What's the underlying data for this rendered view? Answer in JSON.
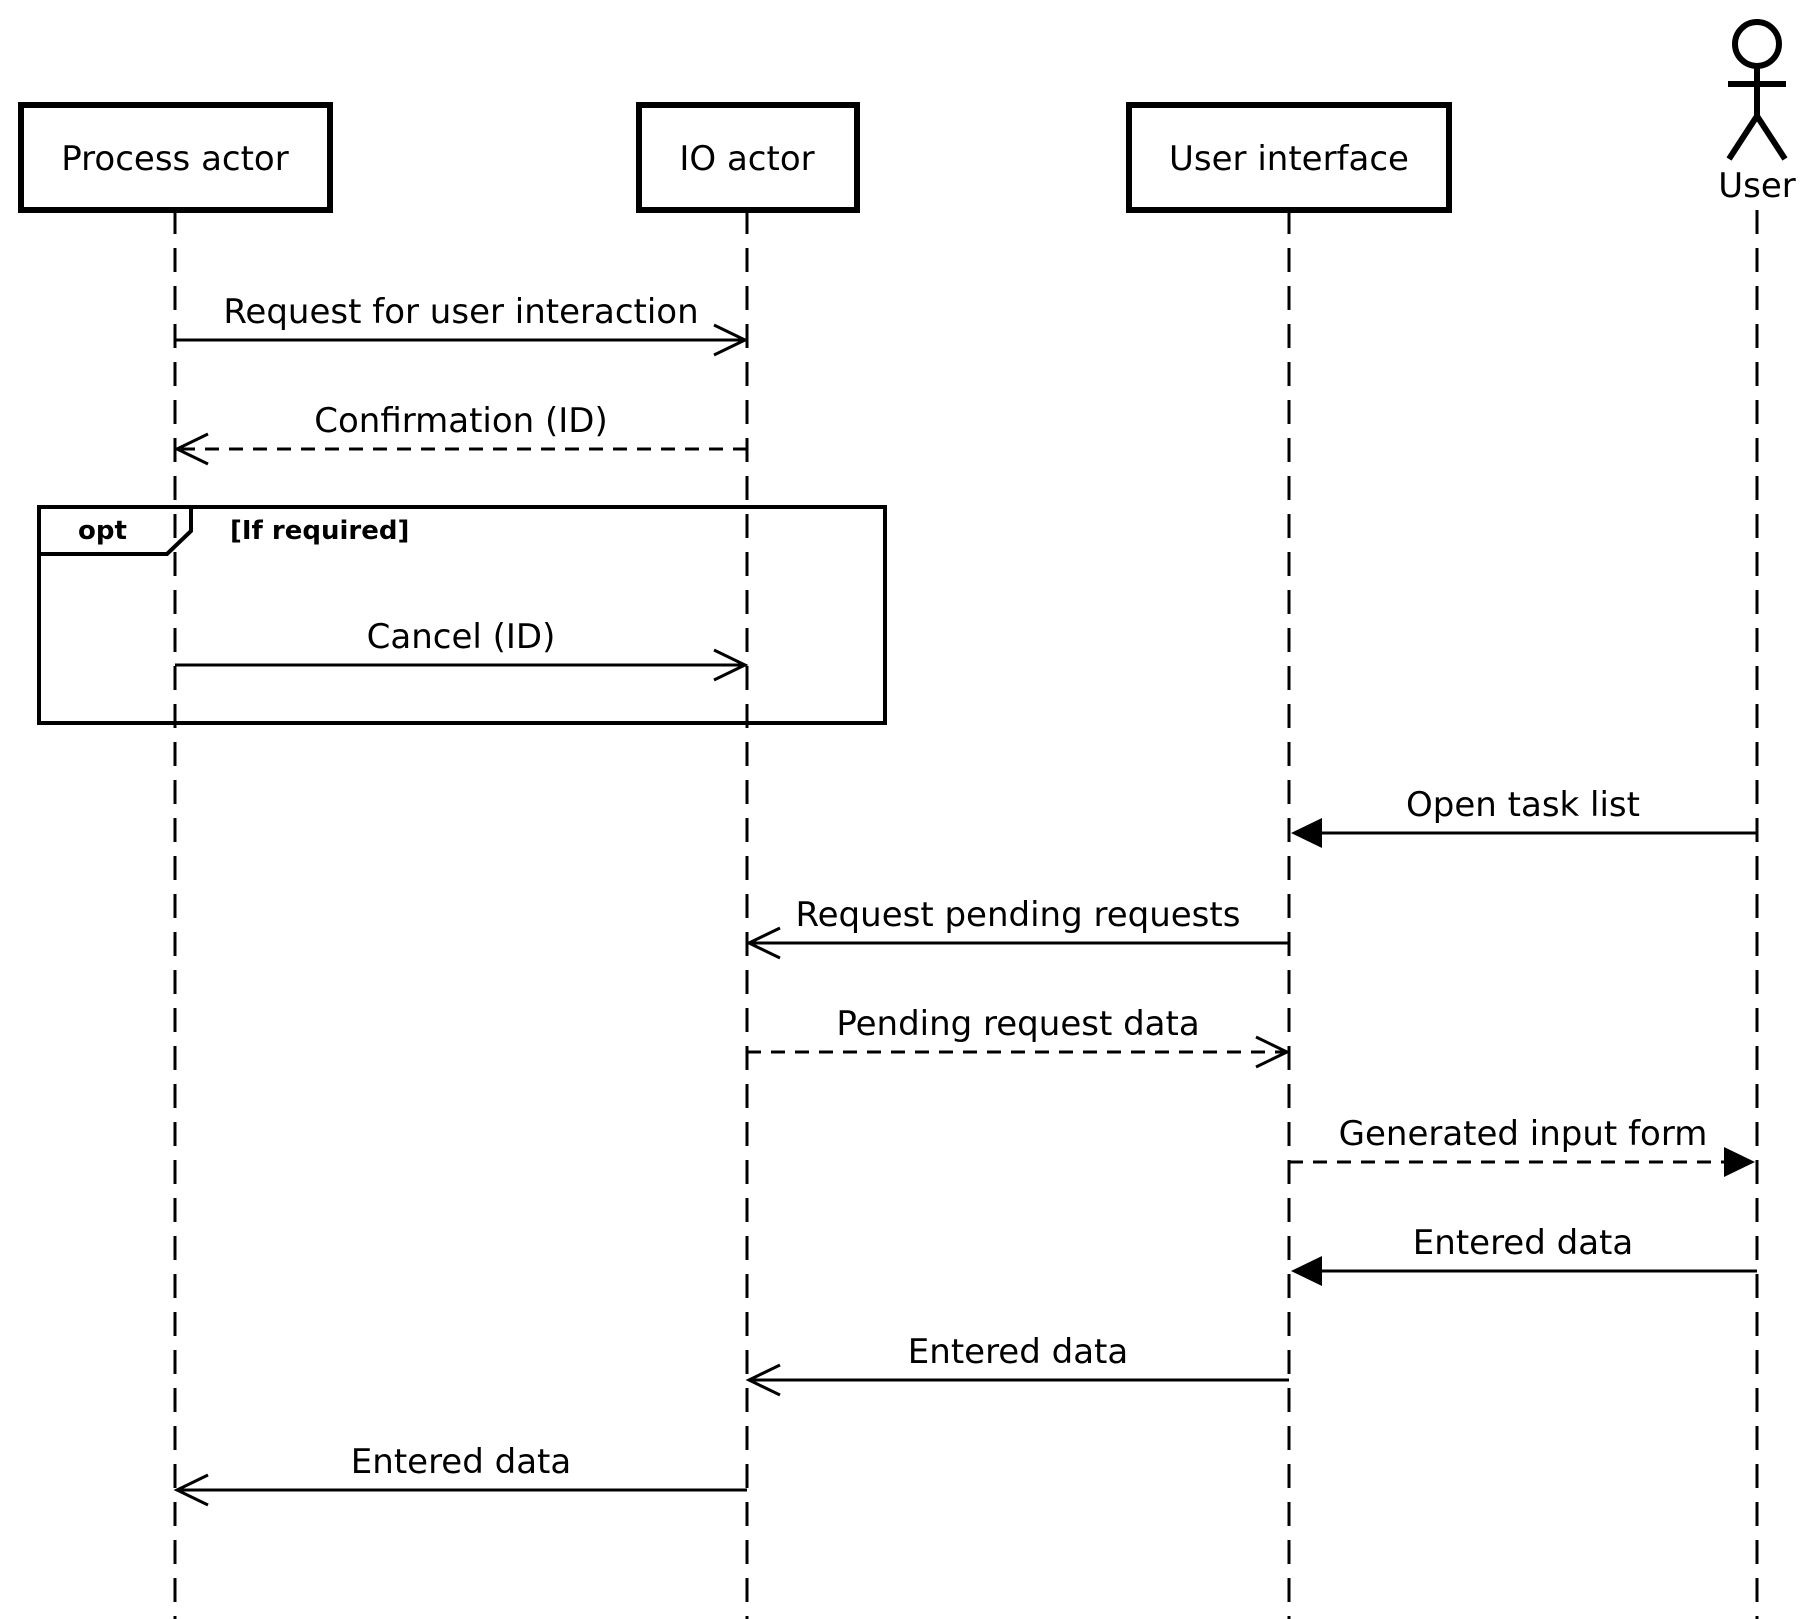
{
  "diagram": {
    "type": "sequence",
    "participants": [
      {
        "id": "process",
        "label": "Process actor",
        "kind": "box"
      },
      {
        "id": "io",
        "label": "IO actor",
        "kind": "box"
      },
      {
        "id": "ui",
        "label": "User interface",
        "kind": "box"
      },
      {
        "id": "user",
        "label": "User",
        "kind": "actor"
      }
    ],
    "fragments": [
      {
        "operator": "opt",
        "guard": "[If required]",
        "covers": [
          "process",
          "io"
        ],
        "messages": [
          2
        ]
      }
    ],
    "messages": [
      {
        "from": "process",
        "to": "io",
        "label": "Request for user interaction",
        "style": "solid",
        "arrow": "open"
      },
      {
        "from": "io",
        "to": "process",
        "label": "Confirmation (ID)",
        "style": "dashed",
        "arrow": "open"
      },
      {
        "from": "process",
        "to": "io",
        "label": "Cancel (ID)",
        "style": "solid",
        "arrow": "open"
      },
      {
        "from": "user",
        "to": "ui",
        "label": "Open task list",
        "style": "solid",
        "arrow": "filled"
      },
      {
        "from": "ui",
        "to": "io",
        "label": "Request pending requests",
        "style": "solid",
        "arrow": "open"
      },
      {
        "from": "io",
        "to": "ui",
        "label": "Pending request data",
        "style": "dashed",
        "arrow": "open"
      },
      {
        "from": "ui",
        "to": "user",
        "label": "Generated input form",
        "style": "dashed",
        "arrow": "filled"
      },
      {
        "from": "user",
        "to": "ui",
        "label": "Entered data",
        "style": "solid",
        "arrow": "filled"
      },
      {
        "from": "ui",
        "to": "io",
        "label": "Entered data",
        "style": "solid",
        "arrow": "open"
      },
      {
        "from": "io",
        "to": "process",
        "label": "Entered data",
        "style": "solid",
        "arrow": "open"
      }
    ]
  }
}
